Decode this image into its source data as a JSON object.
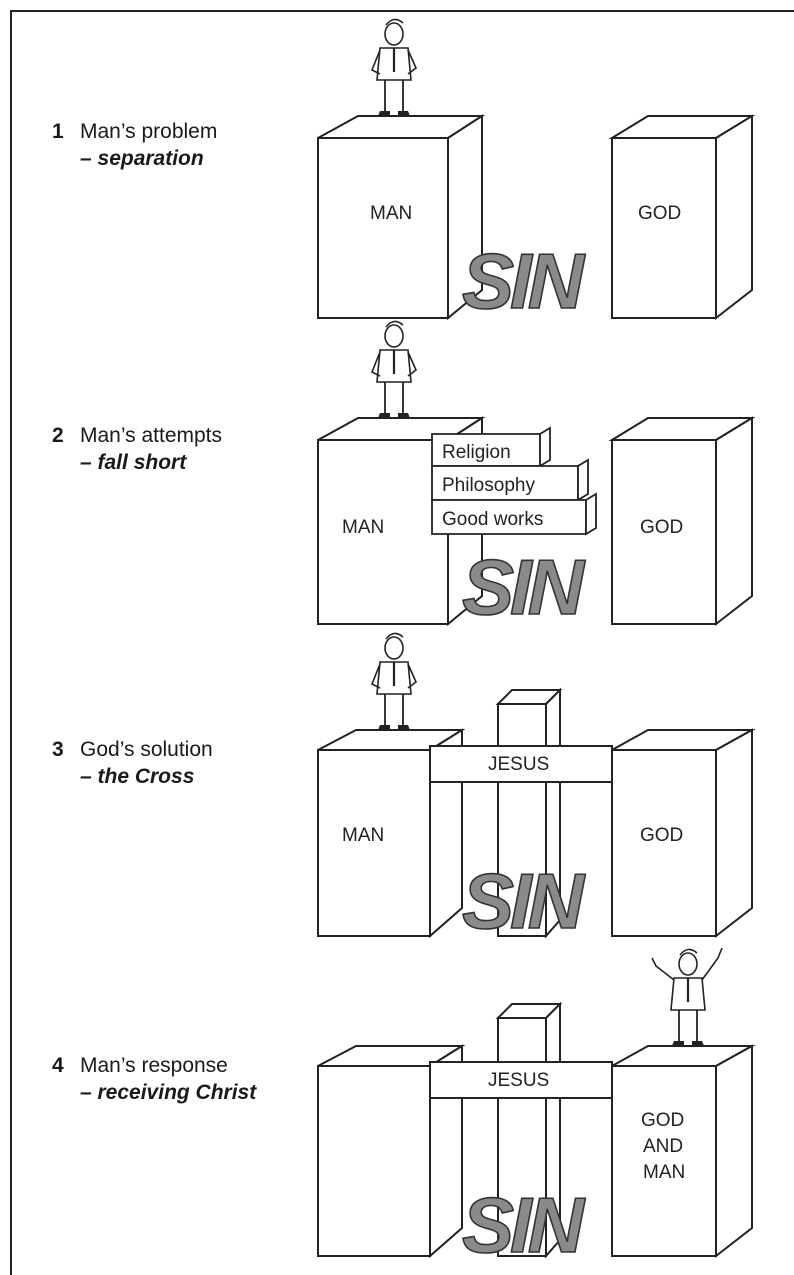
{
  "steps": [
    {
      "number": "1",
      "title": "Man’s problem",
      "subtitle": "– separation",
      "left_block": "MAN",
      "right_block": "GOD",
      "gap": "SIN"
    },
    {
      "number": "2",
      "title": "Man’s attempts",
      "subtitle": "– fall short",
      "left_block": "MAN",
      "right_block": "GOD",
      "gap": "SIN",
      "attempts": [
        "Religion",
        "Philosophy",
        "Good works"
      ]
    },
    {
      "number": "3",
      "title": "God’s solution",
      "subtitle": "– the Cross",
      "left_block": "MAN",
      "right_block": "GOD",
      "gap": "SIN",
      "cross": "JESUS"
    },
    {
      "number": "4",
      "title": "Man’s response",
      "subtitle": "– receiving Christ",
      "right_block_lines": [
        "GOD",
        "AND",
        "MAN"
      ],
      "gap": "SIN",
      "cross": "JESUS"
    }
  ]
}
